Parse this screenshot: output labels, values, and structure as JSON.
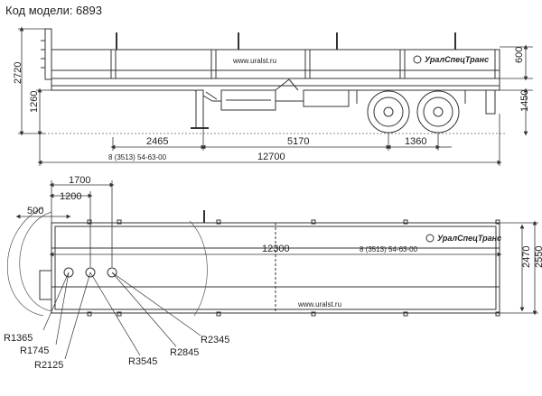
{
  "header": {
    "model_label": "Код модели: 6893"
  },
  "side_view": {
    "website": "www.uralst.ru",
    "brand": "УралСпецТранс",
    "dims": {
      "height_total": "2720",
      "platform_height": "1260",
      "side_height": "600",
      "deck_height": "1450",
      "kingpin_to_leg": "2465",
      "leg_to_axle": "5170",
      "axle_spacing": "1360",
      "length_total": "12700",
      "model_code": "8 (3513) 54-63-00"
    }
  },
  "top_view": {
    "website": "www.uralst.ru",
    "brand": "УралСпецТранс",
    "dims": {
      "d1700": "1700",
      "d1200": "1200",
      "d500": "500",
      "deck_length": "12300",
      "model_code": "8 (3513) 54-63-00",
      "inner_width": "2470",
      "outer_width": "2550"
    },
    "radii": {
      "r1365": "R1365",
      "r1745": "R1745",
      "r2125": "R2125",
      "r3545": "R3545",
      "r2845": "R2845",
      "r2345": "R2345"
    }
  }
}
